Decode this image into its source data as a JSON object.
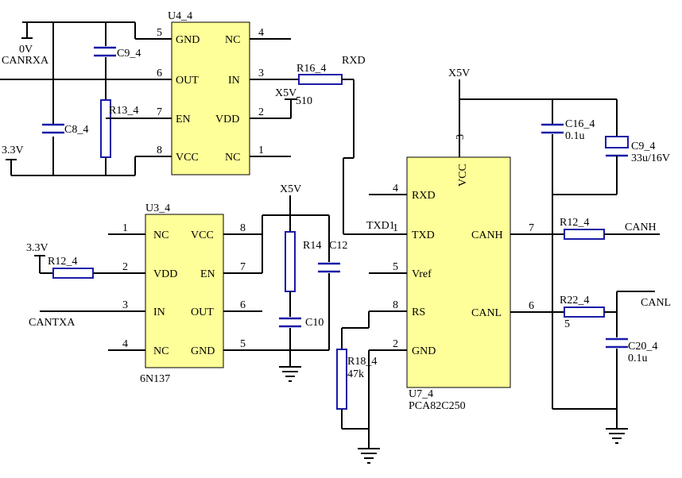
{
  "u4": {
    "ref": "U4_4",
    "pins_left": [
      {
        "num": "5",
        "name": "GND"
      },
      {
        "num": "6",
        "name": "OUT"
      },
      {
        "num": "7",
        "name": "EN"
      },
      {
        "num": "8",
        "name": "VCC"
      }
    ],
    "pins_right": [
      {
        "num": "4",
        "name": "NC"
      },
      {
        "num": "3",
        "name": "IN"
      },
      {
        "num": "2",
        "name": "VDD"
      },
      {
        "num": "1",
        "name": "NC"
      }
    ]
  },
  "u3": {
    "ref": "U3_4",
    "part": "6N137",
    "pins_left": [
      {
        "num": "1",
        "name": "NC"
      },
      {
        "num": "2",
        "name": "VDD"
      },
      {
        "num": "3",
        "name": "IN"
      },
      {
        "num": "4",
        "name": "NC"
      }
    ],
    "pins_right": [
      {
        "num": "8",
        "name": "VCC"
      },
      {
        "num": "7",
        "name": "EN"
      },
      {
        "num": "6",
        "name": "OUT"
      },
      {
        "num": "5",
        "name": "GND"
      }
    ]
  },
  "u7": {
    "ref": "U7_4",
    "part": "PCA82C250",
    "pins_left": [
      {
        "num": "4",
        "name": "RXD"
      },
      {
        "num": "1",
        "name": "TXD"
      },
      {
        "num": "5",
        "name": "Vref"
      },
      {
        "num": "8",
        "name": "RS"
      },
      {
        "num": "2",
        "name": "GND"
      }
    ],
    "pins_right": [
      {
        "num": "7",
        "name": "CANH"
      },
      {
        "num": "6",
        "name": "CANL"
      }
    ],
    "pin_top": {
      "num": "3",
      "name": "VCC"
    }
  },
  "labels": {
    "zero_v": "0V",
    "canrxa": "CANRXA",
    "three_v3_a": "3.3V",
    "three_v3_b": "3.3V",
    "x5v_a": "X5V",
    "x5v_b": "X5V",
    "x5v_c": "X5V",
    "rxd": "RXD",
    "txd1": "TXD1",
    "cantxa": "CANTXA",
    "canh": "CANH",
    "canl": "CANL"
  },
  "components": {
    "c9_top": "C9_4",
    "c8": "C8_4",
    "r13": "R13_4",
    "r16": "R16_4",
    "r16_val": "510",
    "r12_left": "R12_4",
    "r14": "R14",
    "c12": "C12",
    "c10": "C10",
    "r18": "R18_4",
    "r18_val": "47k",
    "c16": "C16_4",
    "c16_val": "0.1u",
    "c9_right": "C9_4",
    "c9_right_val": "33u/16V",
    "r12_right": "R12_4",
    "r22": "R22_4",
    "r22_val": "5",
    "c20": "C20_4",
    "c20_val": "0.1u"
  }
}
